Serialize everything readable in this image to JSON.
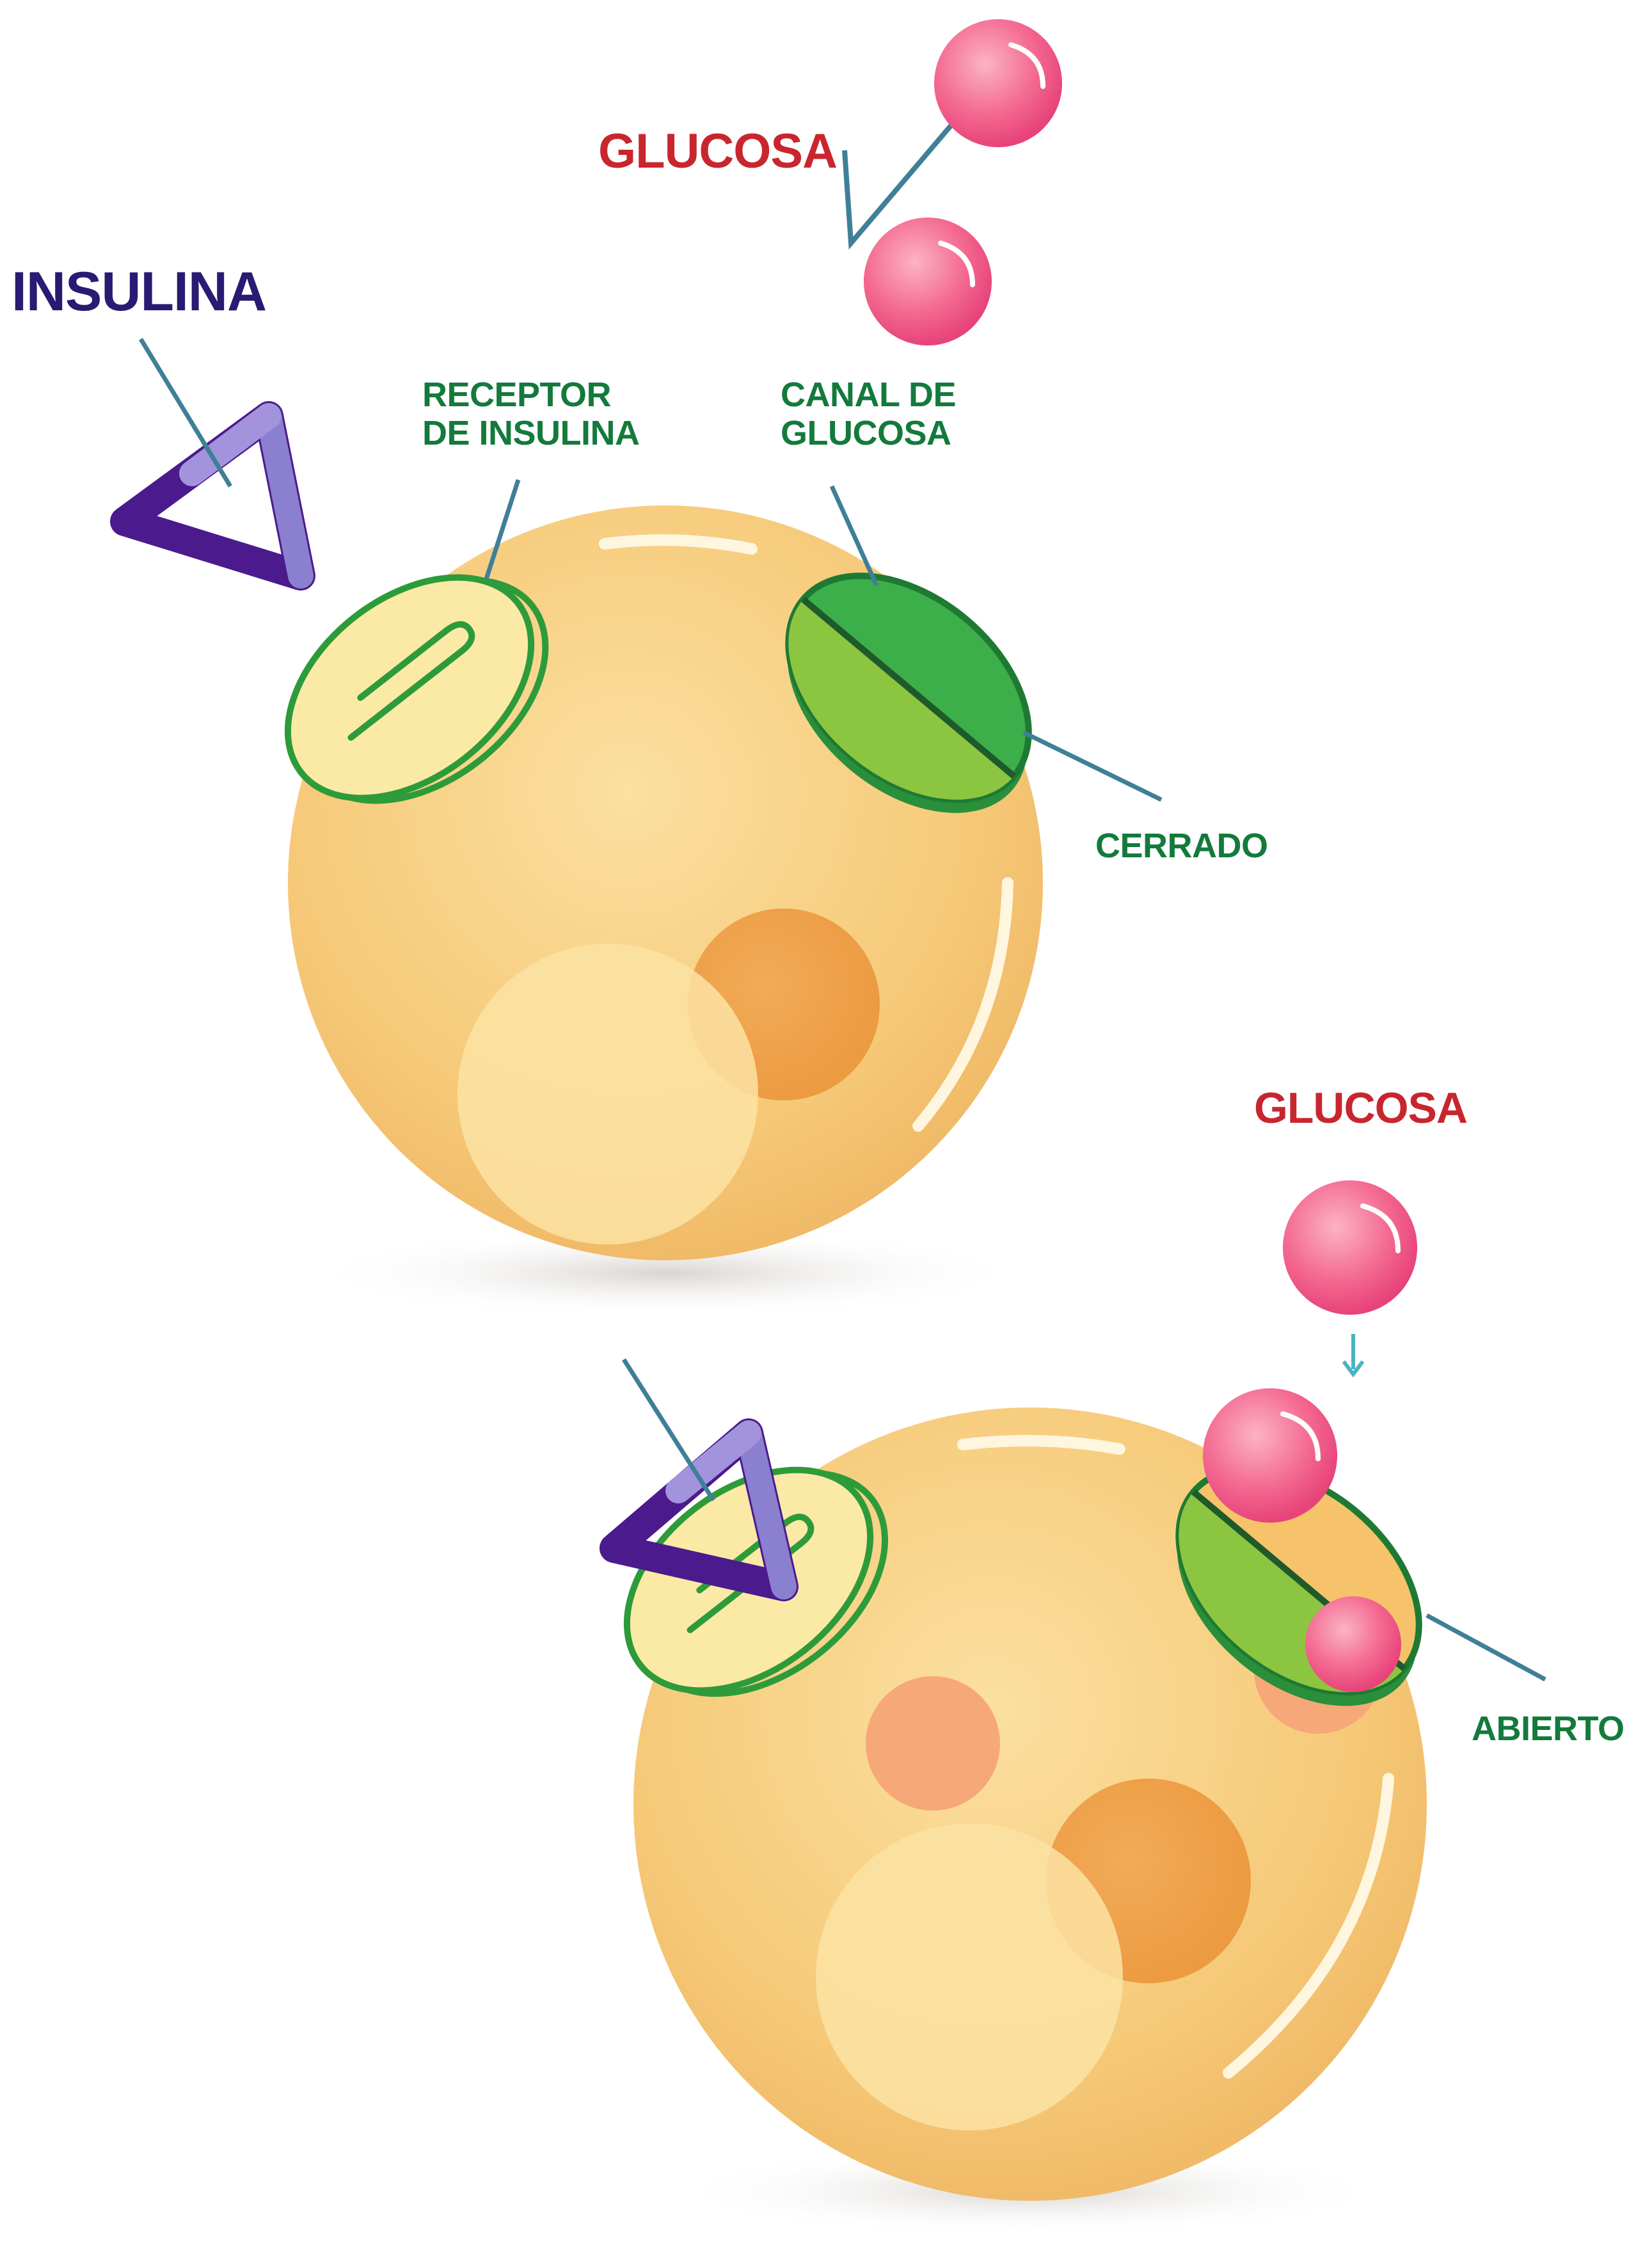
{
  "labels": {
    "insulina": "INSULINA",
    "glucosa_top": "GLUCOSA",
    "receptor_line1": "RECEPTOR",
    "receptor_line2": "DE INSULINA",
    "canal_line1": "CANAL DE",
    "canal_line2": "GLUCOSA",
    "cerrado": "CERRADO",
    "glucosa_bottom": "GLUCOSA",
    "abierto": "ABIERTO"
  },
  "colors": {
    "cell": "#f6c978",
    "cell_light": "#fbe6aa",
    "nucleus": "#f0a54e",
    "receptor_stroke": "#2e9b3a",
    "channel_green": "#3cae4a",
    "channel_light_green": "#8cc540",
    "glucose": "#f25c86",
    "insulin_purple": "#4b1a8c",
    "insulin_lavender": "#8b7fd0",
    "leader_line": "#3f7f97",
    "label_green": "#137a3c",
    "label_red": "#c8262e",
    "label_navy": "#2a1a72"
  },
  "states": {
    "top": "channel closed",
    "bottom": "channel open"
  }
}
